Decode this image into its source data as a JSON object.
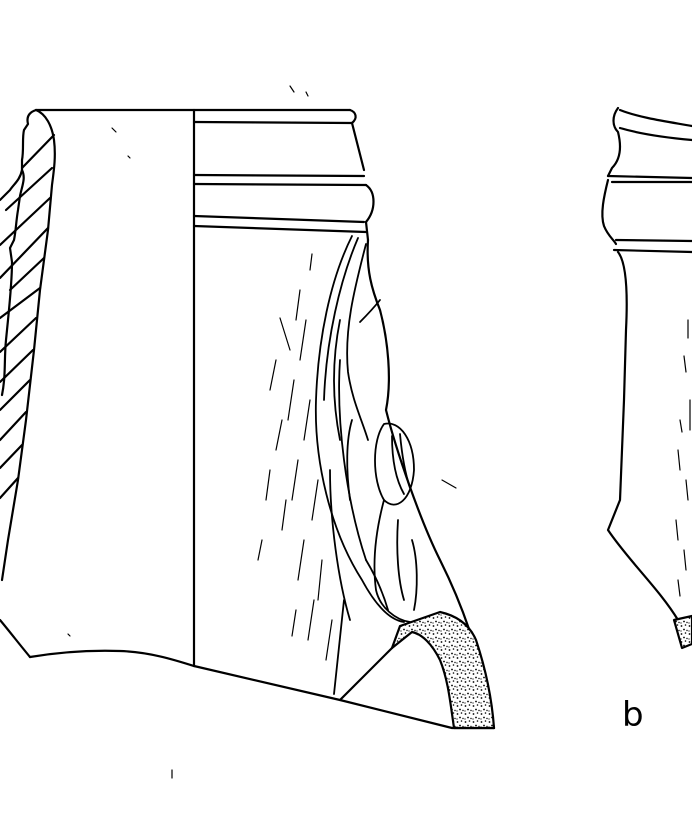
{
  "figure": {
    "type": "archaeological pottery drawing",
    "labels": {
      "b": "b"
    },
    "colors": {
      "ink": "#000000",
      "paper": "#ffffff"
    },
    "fragments": [
      {
        "id": "a",
        "description": "vessel fragment: hatched wall section (left), centre axis line, exterior view with moulded rim bands and relief decoration, stippled break at lower right"
      },
      {
        "id": "b",
        "description": "second vessel fragment, moulded rim profile with stippled break at base"
      }
    ]
  }
}
